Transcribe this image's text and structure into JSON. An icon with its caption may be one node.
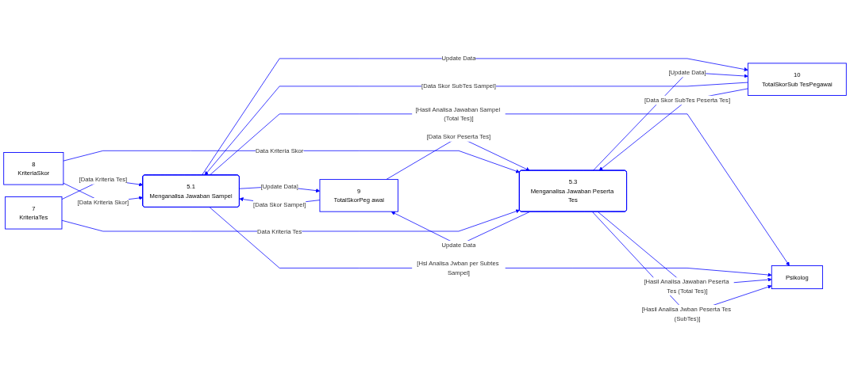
{
  "diagram": {
    "nodes": [
      {
        "text": [
          "5.1",
          "Menganalisa Jawaban Sampel"
        ]
      },
      {
        "text": [
          "9",
          "TotalSkorPeg awai"
        ]
      },
      {
        "text": [
          "10",
          "TotalSkorSub TesPegawai"
        ]
      },
      {
        "text": [
          "8",
          "KriteriaSkor"
        ]
      },
      {
        "text": [
          "7",
          "KriteriaTes"
        ]
      },
      {
        "text": [
          "Psikolog"
        ]
      },
      {
        "text": [
          "5.3",
          "Menganalisa Jawaban Peserta Tes"
        ]
      }
    ],
    "edges": [
      {
        "from": 2,
        "to": 0,
        "arrow": "to",
        "label": "[Data Skor SubTes Sampel]"
      },
      {
        "from": 1,
        "to": 0,
        "arrow": "to",
        "label": "[Data Skor Sampel]"
      },
      {
        "from": 0,
        "to": 1,
        "arrow": "to",
        "label": "[Update Data]"
      },
      {
        "from": 0,
        "to": 5,
        "arrow": "to",
        "label": "[Hasil Analisa Jawaban Sampel (Total Tes)]"
      },
      {
        "from": 0,
        "to": 5,
        "arrow": "to",
        "label": "[Hsl Analisa Jwban per Subtes Sampel]"
      },
      {
        "from": 4,
        "to": 0,
        "arrow": "to",
        "label": "[Data Kriteria Tes]"
      },
      {
        "from": 3,
        "to": 0,
        "arrow": "to",
        "label": "[Data Kriteria Skor]"
      },
      {
        "from": 0,
        "to": 2,
        "arrow": "to",
        "label": "Update Data"
      },
      {
        "from": 6,
        "to": 1,
        "arrow": "to",
        "label": "Update Data"
      },
      {
        "from": 1,
        "to": 6,
        "arrow": "to",
        "label": "[Data Skor Peserta Tes]"
      },
      {
        "from": 6,
        "to": 2,
        "arrow": "to",
        "label": "[Update Data]"
      },
      {
        "from": 2,
        "to": 6,
        "arrow": "to",
        "label": "[Data Skor SubTes Peserta Tes]"
      },
      {
        "from": 3,
        "to": 6,
        "arrow": "to",
        "label": "Data Kriteria Skor"
      },
      {
        "from": 4,
        "to": 6,
        "arrow": "to",
        "label": "Data Kriteria Tes"
      },
      {
        "from": 6,
        "to": 5,
        "arrow": "to",
        "label": "[Hasil Analisa Jawaban Peserta Tes (Total Tes)]"
      },
      {
        "from": 6,
        "to": 5,
        "arrow": "to",
        "label": "[Hasil Analisa Jwban Peserta Tes (SubTes)]"
      }
    ]
  }
}
